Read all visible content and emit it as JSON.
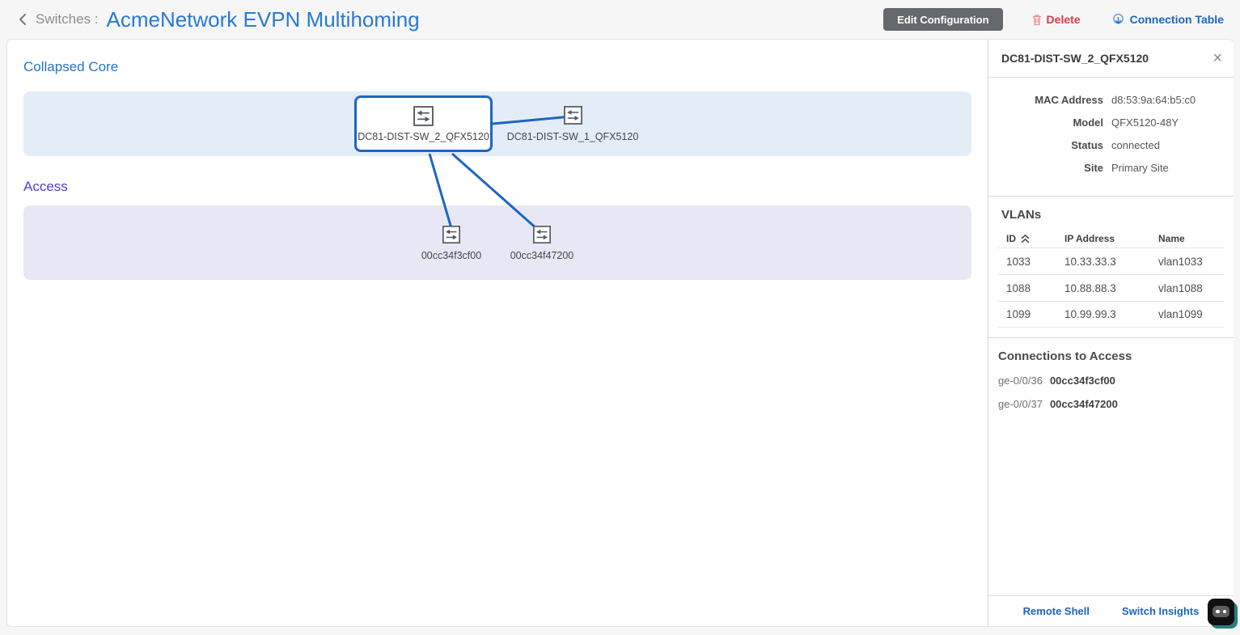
{
  "header": {
    "breadcrumb": "Switches :",
    "title": "AcmeNetwork EVPN Multihoming",
    "edit_config_label": "Edit Configuration",
    "delete_label": "Delete",
    "connection_table_label": "Connection Table"
  },
  "topology": {
    "core": {
      "label": "Collapsed Core",
      "nodes": [
        {
          "label": "DC81-DIST-SW_2_QFX5120",
          "selected": true
        },
        {
          "label": "DC81-DIST-SW_1_QFX5120",
          "selected": false
        }
      ]
    },
    "access": {
      "label": "Access",
      "nodes": [
        {
          "label": "00cc34f3cf00"
        },
        {
          "label": "00cc34f47200"
        }
      ]
    }
  },
  "panel": {
    "title": "DC81-DIST-SW_2_QFX5120",
    "details": [
      {
        "label": "MAC Address",
        "value": "d8:53:9a:64:b5:c0"
      },
      {
        "label": "Model",
        "value": "QFX5120-48Y"
      },
      {
        "label": "Status",
        "value": "connected"
      },
      {
        "label": "Site",
        "value": "Primary Site"
      }
    ],
    "vlans": {
      "title": "VLANs",
      "columns": [
        "ID",
        "IP Address",
        "Name"
      ],
      "rows": [
        {
          "id": "1033",
          "ip": "10.33.33.3",
          "name": "vlan1033"
        },
        {
          "id": "1088",
          "ip": "10.88.88.3",
          "name": "vlan1088"
        },
        {
          "id": "1099",
          "ip": "10.99.99.3",
          "name": "vlan1099"
        }
      ]
    },
    "connections": {
      "title": "Connections to Access",
      "rows": [
        {
          "port": "ge-0/0/36",
          "device": "00cc34f3cf00"
        },
        {
          "port": "ge-0/0/37",
          "device": "00cc34f47200"
        }
      ]
    },
    "footer": {
      "remote_shell": "Remote Shell",
      "switch_insights": "Switch Insights"
    }
  },
  "colors": {
    "title_blue": "#2979d2",
    "core_heading": "#2674cc",
    "access_heading": "#4a3fce",
    "band_core": "#e3edf7",
    "band_access": "#e8e7f6",
    "link_line": "#1e65c2",
    "delete_red": "#da3c47",
    "action_blue": "#1a66c4",
    "edit_button_bg": "#65686c"
  }
}
